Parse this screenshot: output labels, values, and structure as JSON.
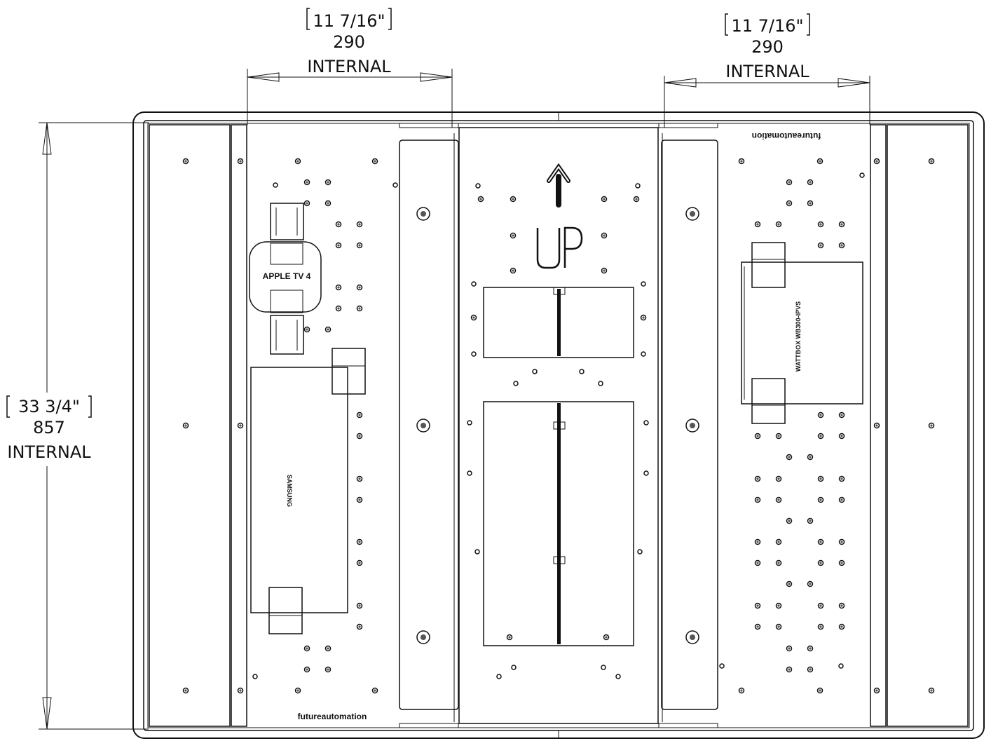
{
  "dimensions": {
    "left_width": {
      "imperial": "11 7/16\"",
      "metric": "290",
      "note": "INTERNAL"
    },
    "right_width": {
      "imperial": "11 7/16\"",
      "metric": "290",
      "note": "INTERNAL"
    },
    "height": {
      "imperial": "33 3/4\"",
      "metric": "857",
      "note": "INTERNAL"
    }
  },
  "devices": {
    "apple_tv": "APPLE TV 4",
    "samsung": "SAMSUNG",
    "wattbox": "WATTBOX WB300-IPVS"
  },
  "logos": {
    "top": "futureautomation",
    "bottom": "futureautomation"
  },
  "up_label": "UP"
}
